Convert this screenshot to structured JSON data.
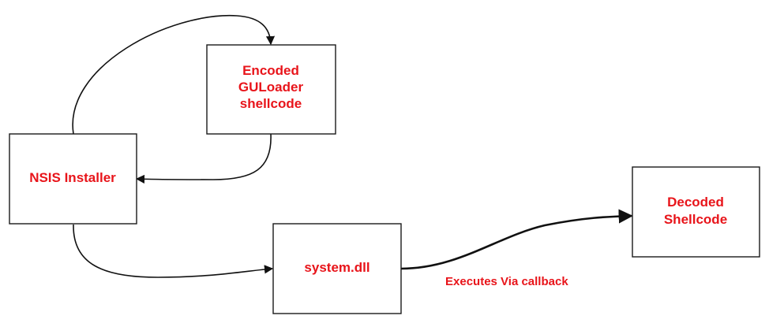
{
  "colors": {
    "label": "#e8141a",
    "line": "#111111",
    "box_border": "#1a1a1a"
  },
  "nodes": {
    "encoded": {
      "lines": [
        "Encoded",
        "GULoader",
        "shellcode"
      ]
    },
    "nsis": {
      "lines": [
        "NSIS Installer"
      ]
    },
    "systemdll": {
      "lines": [
        "system.dll"
      ]
    },
    "decoded": {
      "lines": [
        "Decoded",
        "Shellcode"
      ]
    }
  },
  "edges": {
    "nsis_to_encoded": {
      "from": "nsis",
      "to": "encoded",
      "label": ""
    },
    "encoded_to_nsis": {
      "from": "encoded",
      "to": "nsis",
      "label": ""
    },
    "nsis_to_systemdll": {
      "from": "nsis",
      "to": "systemdll",
      "label": ""
    },
    "systemdll_to_decoded": {
      "from": "systemdll",
      "to": "decoded",
      "label": "Executes Via callback"
    }
  }
}
